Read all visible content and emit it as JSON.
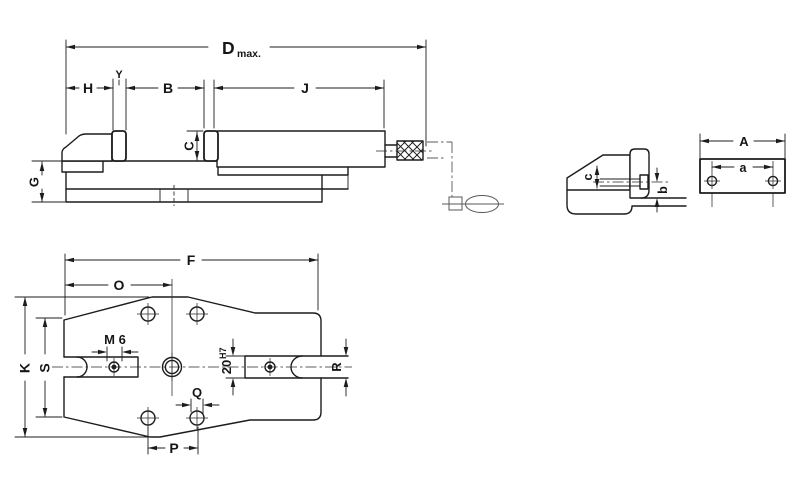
{
  "drawing": {
    "background": "#ffffff",
    "line_color": "#1c1c1c",
    "phantom_line_color": "#5a5a5a",
    "labels": {
      "d_main": "D",
      "d_sub": "max.",
      "h": "H",
      "y": "Y",
      "b": "B",
      "j": "J",
      "c": "C",
      "g": "G",
      "f": "F",
      "o": "O",
      "k": "K",
      "s": "S",
      "m6": "M 6",
      "keyway_size": "20",
      "keyway_tolerance": "H7",
      "q": "Q",
      "p": "P",
      "r": "R",
      "a_overall": "A",
      "a_hole_spacing": "a",
      "b_small": "b",
      "c_small": "c"
    }
  }
}
